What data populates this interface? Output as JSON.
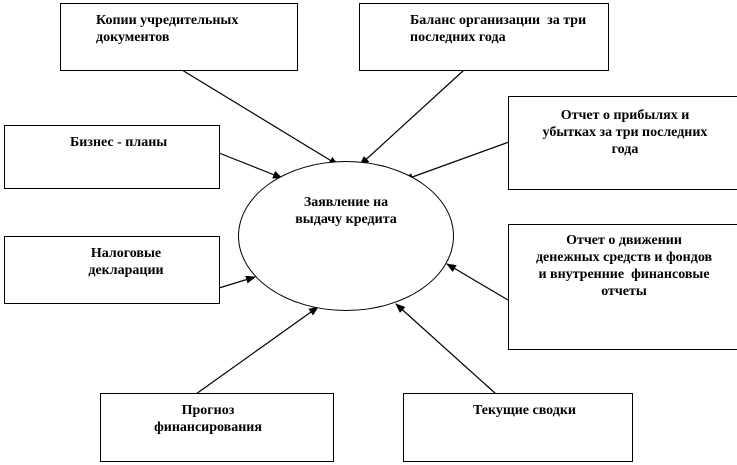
{
  "center": {
    "label": "Заявление на\nвыдачу кредита"
  },
  "boxes": {
    "founding_docs": "Копии учредительных\nдокументов",
    "balance": "Баланс организации  за три\nпоследних года",
    "profit_loss": "Отчет о прибылях и\nубытках за три последних\nгода",
    "business_plans": "Бизнес - планы",
    "tax_declarations": "Налоговые\nдекларации",
    "cash_flow": "Отчет о движении\nденежных средств и фондов\nи внутренние  финансовые\nотчеты",
    "financing_forecast": "Прогноз\nфинансирования",
    "current_reports": "Текущие сводки"
  }
}
